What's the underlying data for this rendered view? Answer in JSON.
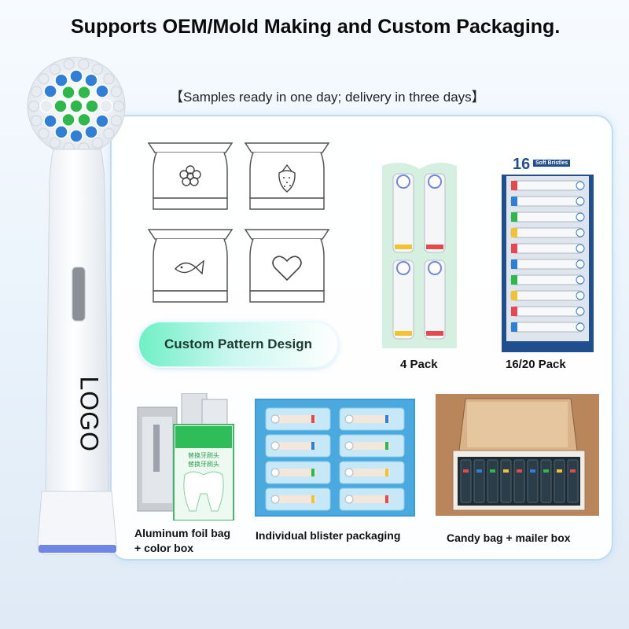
{
  "headline": "Supports OEM/Mold Making and Custom Packaging.",
  "subline": "【Samples ready in one day; delivery in three days】",
  "brush": {
    "logo_text": "LOGO"
  },
  "pattern_button": "Custom Pattern Design",
  "patterns": [
    "flower-icon",
    "strawberry-icon",
    "fish-icon",
    "heart-icon"
  ],
  "packs": {
    "four_pack": {
      "label": "4 Pack"
    },
    "sixteen_pack": {
      "label": "16/20 Pack",
      "box_count": "16",
      "box_text": "Soft Bristles"
    }
  },
  "packaging": {
    "foil": {
      "label_line1": "Aluminum foil bag",
      "label_line2": "+ color box"
    },
    "blister": {
      "label": "Individual blister packaging"
    },
    "candy": {
      "label": "Candy bag + mailer box"
    }
  },
  "colors": {
    "accent_blue": "#2f7fd6",
    "accent_green": "#2fb84a",
    "ring_blue": "#6f86e6"
  }
}
